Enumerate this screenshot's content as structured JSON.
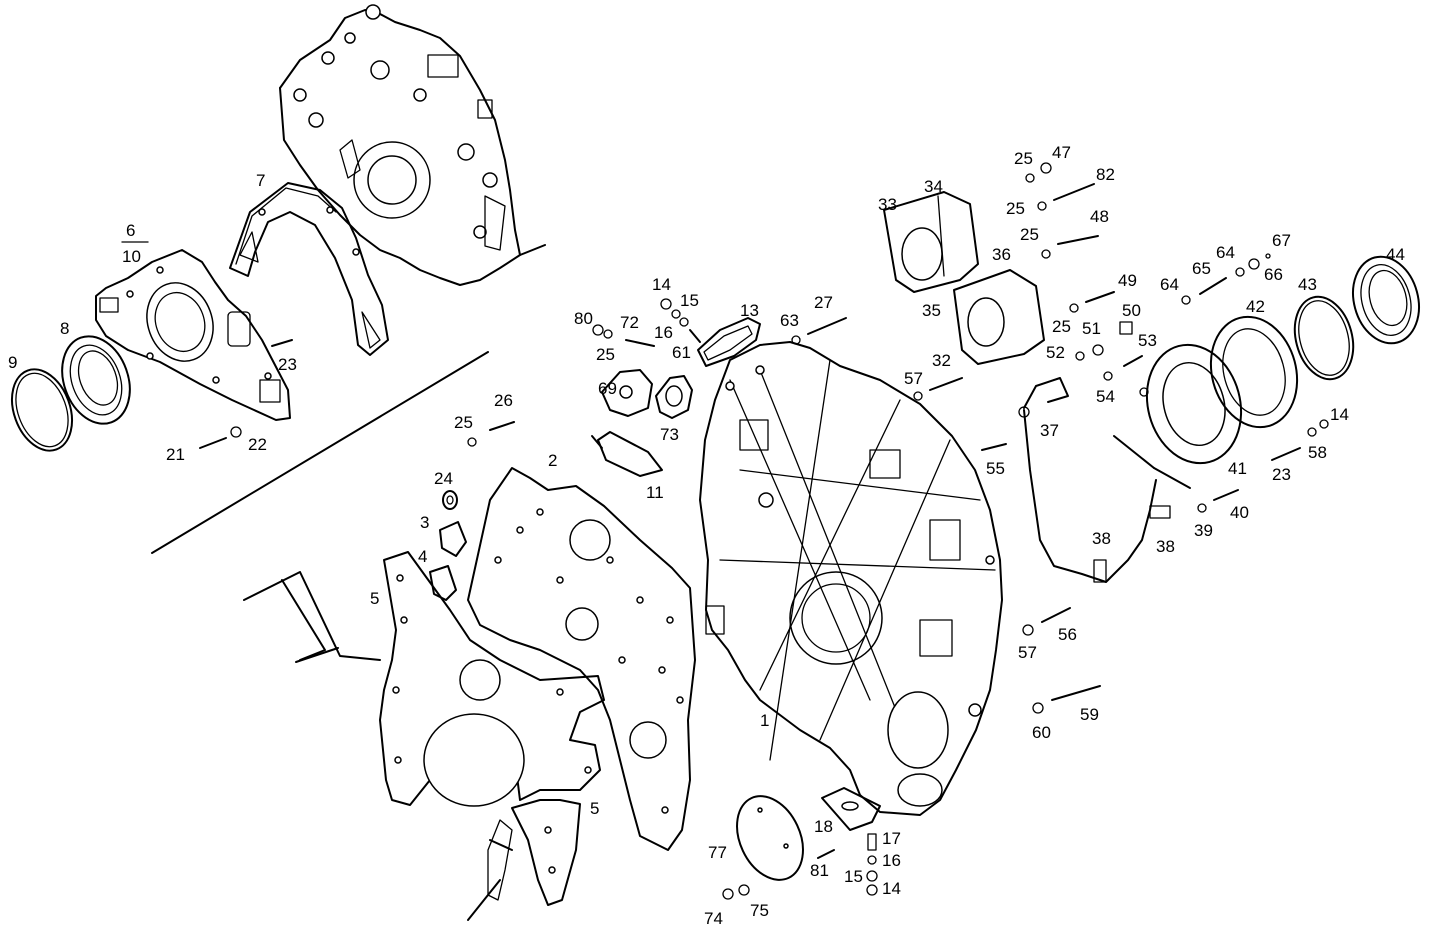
{
  "labels": {
    "p1": "1",
    "p2": "2",
    "p3": "3",
    "p4": "4",
    "p5a": "5",
    "p5b": "5",
    "p6": "6",
    "p7": "7",
    "p8": "8",
    "p9": "9",
    "p10": "10",
    "p11": "11",
    "p13": "13",
    "p14a": "14",
    "p14b": "14",
    "p14c": "14",
    "p15a": "15",
    "p15b": "15",
    "p16a": "16",
    "p16b": "16",
    "p17": "17",
    "p18": "18",
    "p21": "21",
    "p22": "22",
    "p23a": "23",
    "p23b": "23",
    "p24": "24",
    "p25a": "25",
    "p25b": "25",
    "p25c": "25",
    "p25d": "25",
    "p25e": "25",
    "p25f": "25",
    "p26": "26",
    "p27": "27",
    "p32": "32",
    "p33": "33",
    "p34": "34",
    "p35": "35",
    "p36": "36",
    "p37": "37",
    "p38a": "38",
    "p38b": "38",
    "p39": "39",
    "p40": "40",
    "p41": "41",
    "p42": "42",
    "p43": "43",
    "p44": "44",
    "p47": "47",
    "p48": "48",
    "p49": "49",
    "p50": "50",
    "p51": "51",
    "p52": "52",
    "p53": "53",
    "p54": "54",
    "p55": "55",
    "p56": "56",
    "p57a": "57",
    "p57b": "57",
    "p58": "58",
    "p59": "59",
    "p60": "60",
    "p61": "61",
    "p63": "63",
    "p64a": "64",
    "p64b": "64",
    "p65": "65",
    "p66": "66",
    "p67": "67",
    "p69": "69",
    "p72": "72",
    "p73": "73",
    "p74": "74",
    "p75": "75",
    "p77": "77",
    "p80": "80",
    "p81": "81",
    "p82": "82"
  }
}
